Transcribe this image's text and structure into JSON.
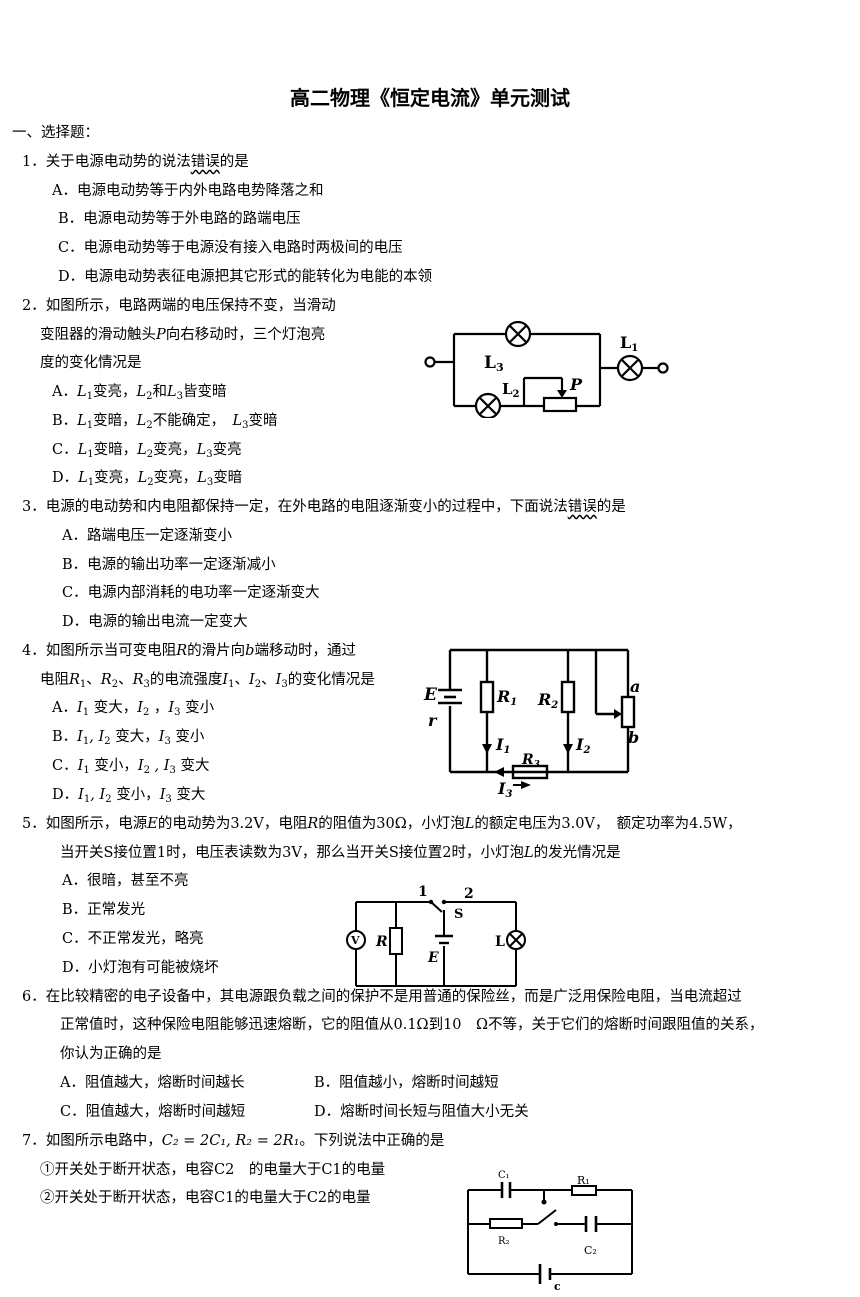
{
  "title": "高二物理《恒定电流》单元测试",
  "section": "一、选择题：",
  "q1": {
    "prefix": "1．关于电源电动势的说法",
    "emph": "错误",
    "suffix": "的是",
    "options": [
      "A．电源电动势等于内外电路电势降落之和",
      "B．电源电动势等于外电路的路端电压",
      "C．电源电动势等于电源没有接入电路时两极间的电压",
      "D．电源电动势表征电源把其它形式的能转化为电能的本领"
    ]
  },
  "q2": {
    "line1": "2．如图所示，电路两端的电压保持不变，当滑动",
    "line2a": "变阻器的滑动触头",
    "line2p": "P",
    "line2b": "向右移动时，三个灯泡亮",
    "line3": "度的变化情况是",
    "options": [
      {
        "label": "A．",
        "t1": "变亮，",
        "t2": "和",
        "t3": "皆变暗",
        "t4": ""
      },
      {
        "label": "B．",
        "t1": "变暗，",
        "t2": "不能确定，",
        "t3": "变暗",
        "t4": ""
      },
      {
        "label": "C．",
        "t1": "变暗，",
        "t2": "变亮，",
        "t3": "变亮",
        "t4": ""
      },
      {
        "label": "D．",
        "t1": "变亮，",
        "t2": "变亮，",
        "t3": "变暗",
        "t4": ""
      }
    ],
    "figure": {
      "l1": "L",
      "l1sub": "1",
      "l2": "L",
      "l2sub": "2",
      "l3": "L",
      "l3sub": "3",
      "p": "P"
    }
  },
  "q3": {
    "prefix": "3．电源的电动势和内电阻都保持一定，在外电路的电阻逐渐变小的过程中，下面说法",
    "emph": "错误",
    "suffix": "的是",
    "options": [
      "A．路端电压一定逐渐变小",
      "B．电源的输出功率一定逐渐减小",
      "C．电源内部消耗的电功率一定逐渐变大",
      "D．电源的输出电流一定变大"
    ]
  },
  "q4": {
    "line1a": "4．如图所示当可变电阻",
    "line1r": "R",
    "line1b": "的滑片向",
    "line1bb": "b",
    "line1c": "端移动时，通过",
    "line2a": "电阻",
    "line2b": "的电流强度",
    "line2c": "的变化情况是",
    "options": [
      {
        "label": "A．",
        "a": "变大，",
        "b": "，",
        "c": "变小"
      },
      {
        "label": "B．",
        "a": "变大，",
        "b": "",
        "c": "变小"
      },
      {
        "label": "C．",
        "a": "变小，",
        "b": "",
        "c": "变大"
      },
      {
        "label": "D．",
        "a": "变小，",
        "b": "",
        "c": "变大"
      }
    ],
    "figure": {
      "e": "E",
      "r": "r",
      "r1": "R",
      "r1sub": "1",
      "r2": "R",
      "r2sub": "2",
      "r3": "R",
      "r3sub": "3",
      "i1": "I",
      "i1sub": "1",
      "i2": "I",
      "i2sub": "2",
      "i3": "I",
      "i3sub": "3",
      "a": "a",
      "b": "b"
    }
  },
  "q5": {
    "line1a": "5．如图所示，电源",
    "line1e": "E",
    "line1b": "的电动势为3.2V，电阻",
    "line1r": "R",
    "line1c": "的阻值为30Ω，小灯泡",
    "line1l": "L",
    "line1d": "的额定电压为3.0V，　额定功率为4.5W，",
    "line2a": "当开关S接位置1时，电压表读数为3V，那么当开关S接位置2时，小灯泡",
    "line2l": "L",
    "line2b": "的发光情况是",
    "options": [
      "A．很暗，甚至不亮",
      "B．正常发光",
      "C．不正常发光，略亮",
      "D．小灯泡有可能被烧坏"
    ],
    "figure": {
      "n1": "1",
      "n2": "2",
      "s": "S",
      "v": "V",
      "r": "R",
      "e": "E",
      "l": "L"
    }
  },
  "q6": {
    "line1": "6．在比较精密的电子设备中，其电源跟负载之间的保护不是用普通的保险丝，而是广泛用保险电阻，当电流超过",
    "line2": "正常值时，这种保险电阻能够迅速熔断，它的阻值从0.1Ω到10　Ω不等，关于它们的熔断时间跟阻值的关系，",
    "line3": "你认为正确的是",
    "options": [
      "A．阻值越大，熔断时间越长",
      "B．阻值越小，熔断时间越短",
      "C．阻值越大，熔断时间越短",
      "D．熔断时间长短与阻值大小无关"
    ]
  },
  "q7": {
    "line1a": "7．如图所示电路中，",
    "formula": "C₂ = 2C₁, R₂ = 2R₁",
    "line1b": "。下列说法中正确的是",
    "items": [
      "①开关处于断开状态，电容C2　的电量大于C1的电量",
      "②开关处于断开状态，电容C1的电量大于C2的电量"
    ],
    "figure": {
      "c1": "C₁",
      "r1": "R₁",
      "r2": "R₂",
      "c2": "C₂",
      "c": "c"
    }
  }
}
